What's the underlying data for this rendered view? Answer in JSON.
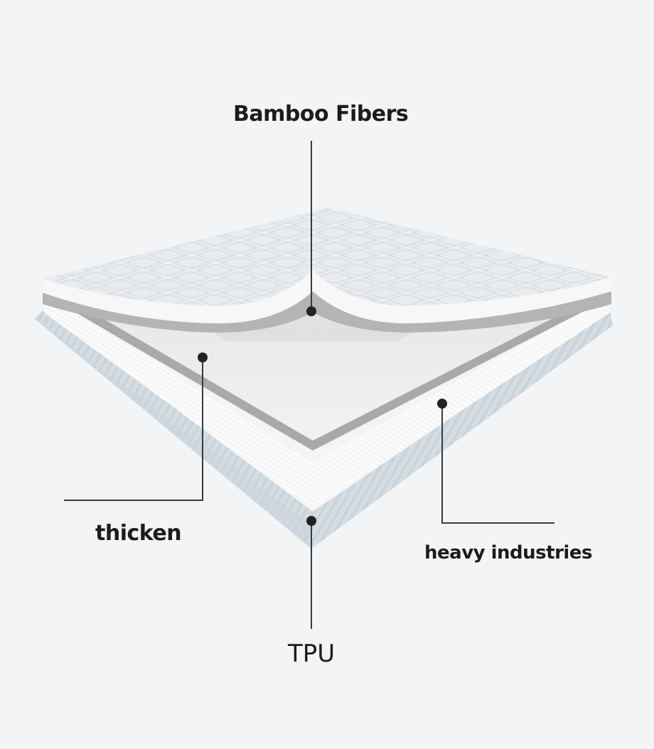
{
  "diagram": {
    "subject": "Layered mattress protector cross-section",
    "layers": [
      {
        "id": "top",
        "label": "Bamboo Fibers",
        "description": "Quilted diamond top surface"
      },
      {
        "id": "filling",
        "label": "thicken",
        "description": "Grey-edged filling layer"
      },
      {
        "id": "backing",
        "label": "heavy industries",
        "description": "White woven layer"
      },
      {
        "id": "bottom",
        "label": "TPU",
        "description": "Light blue waterproof base layer"
      }
    ]
  },
  "labels": {
    "bamboo": "Bamboo Fibers",
    "thicken": "thicken",
    "heavy": "heavy industries",
    "tpu": "TPU"
  },
  "colors": {
    "background": "#f3f4f6",
    "quilt": "#e3e6ea",
    "quilt_line": "#fbfcfd",
    "edge_white": "#f7f7f7",
    "edge_grey": "#a9a9a9",
    "filling": "#eeeeee",
    "woven": "#fafafa",
    "tpu": "#cfd9e0",
    "leader": "#3a3a3a",
    "dot": "#222222",
    "text": "#1c1c1c"
  }
}
